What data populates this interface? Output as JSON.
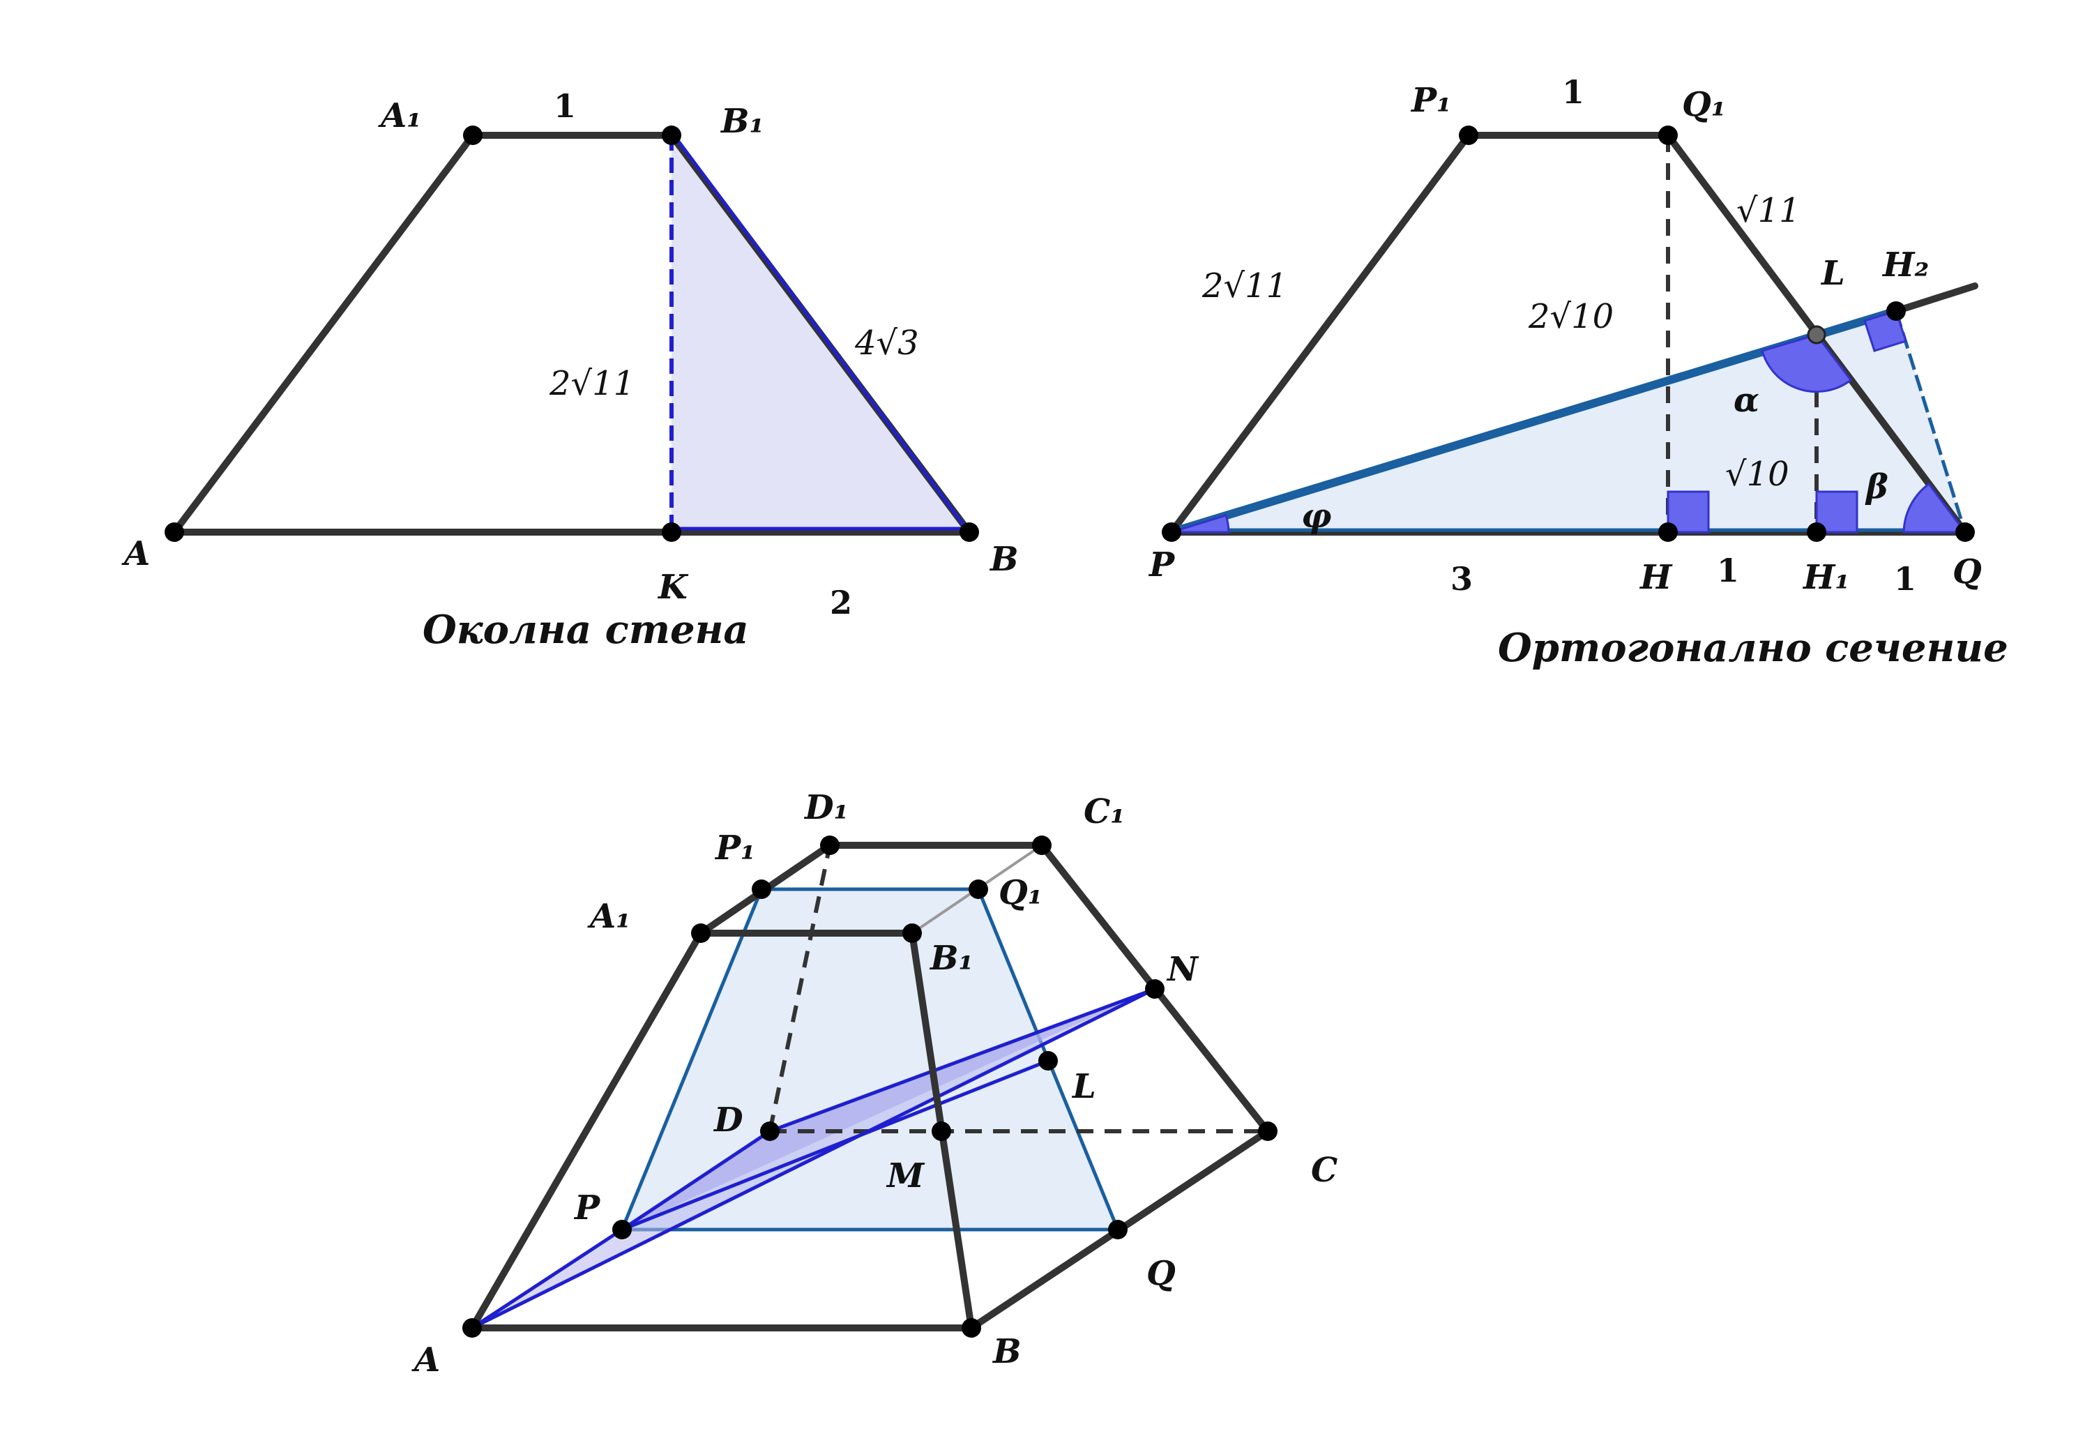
{
  "figure1": {
    "caption": "Околна стена",
    "points": {
      "A": "A",
      "A1": "A₁",
      "B1": "B₁",
      "B": "B",
      "K": "K"
    },
    "top_length": "1",
    "height": "2√11",
    "slant": "4√3",
    "kb": "2"
  },
  "figure2": {
    "caption": "Ортогонално сечение",
    "points": {
      "P": "P",
      "P1": "P₁",
      "Q1": "Q₁",
      "Q": "Q",
      "H": "H",
      "H1": "H₁",
      "L": "L",
      "H2": "H₂"
    },
    "top_length": "1",
    "left_side": "2√11",
    "right_upper": "√11",
    "height": "2√10",
    "lh1": "√10",
    "ph": "3",
    "hh1": "1",
    "h1q": "1",
    "angles": {
      "alpha": "α",
      "beta": "β",
      "phi": "φ"
    }
  },
  "figure3": {
    "points": {
      "A": "A",
      "B": "B",
      "C": "C",
      "D": "D",
      "A1": "A₁",
      "B1": "B₁",
      "C1": "C₁",
      "D1": "D₁",
      "P": "P",
      "Q": "Q",
      "P1": "P₁",
      "Q1": "Q₁",
      "M": "M",
      "N": "N",
      "L": "L"
    }
  },
  "colors": {
    "edge": "#333333",
    "section_fill": "#e4edf8",
    "section_stroke": "#1a5fa0",
    "triangle_fill": "#e3e3f8",
    "plane_fill": "#b8b8ee",
    "highlight": "#1f1fd0"
  }
}
